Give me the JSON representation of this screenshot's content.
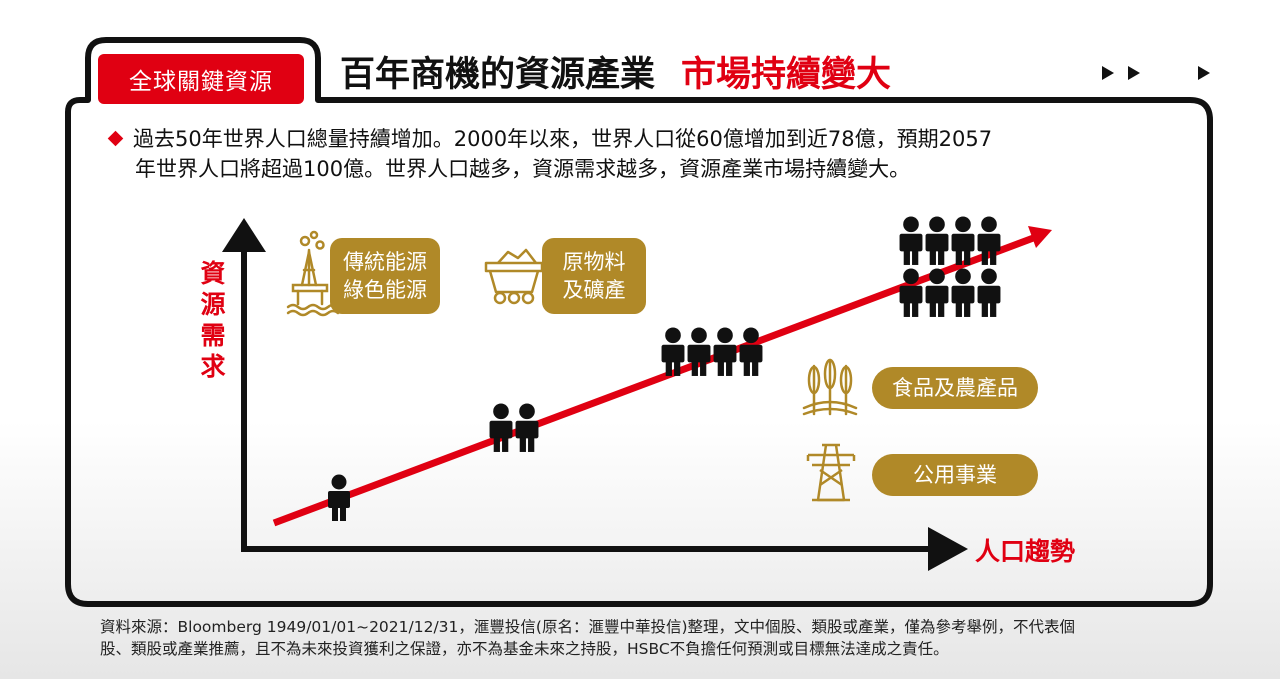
{
  "tag": "全球關鍵資源",
  "title": {
    "main": "百年商機的資源產業",
    "highlight": "市場持續變大"
  },
  "intro": {
    "line1": "過去50年世界人口總量持續增加。2000年以來，世界人口從60億增加到近78億，預期2057",
    "line2": "年世界人口將超過100億。世界人口越多，資源需求越多，資源產業市場持續變大。"
  },
  "diagram": {
    "y_axis_label": [
      "資",
      "源",
      "需",
      "求"
    ],
    "x_axis_label": "人口趨勢",
    "people_counts": [
      1,
      2,
      4,
      8
    ],
    "categories": [
      {
        "id": "energy",
        "icon": "oil-rig-icon",
        "lines": [
          "傳統能源",
          "綠色能源"
        ]
      },
      {
        "id": "materials",
        "icon": "mine-cart-icon",
        "lines": [
          "原物料",
          "及礦產"
        ]
      },
      {
        "id": "food",
        "icon": "wheat-icon",
        "lines": [
          "食品及農產品"
        ]
      },
      {
        "id": "utilities",
        "icon": "power-tower-icon",
        "lines": [
          "公用事業"
        ]
      }
    ]
  },
  "source": {
    "line1": "資料來源：Bloomberg 1949/01/01~2021/12/31，滙豐投信(原名：滙豐中華投信)整理，文中個股、類股或產業，僅為參考舉例，不代表個",
    "line2": "股、類股或產業推薦，且不為未來投資獲利之保證，亦不為基金未來之持股，HSBC不負擔任何預測或目標無法達成之責任。"
  },
  "colors": {
    "accent": "#e00012",
    "gold": "#b08928",
    "ink": "#111111"
  }
}
